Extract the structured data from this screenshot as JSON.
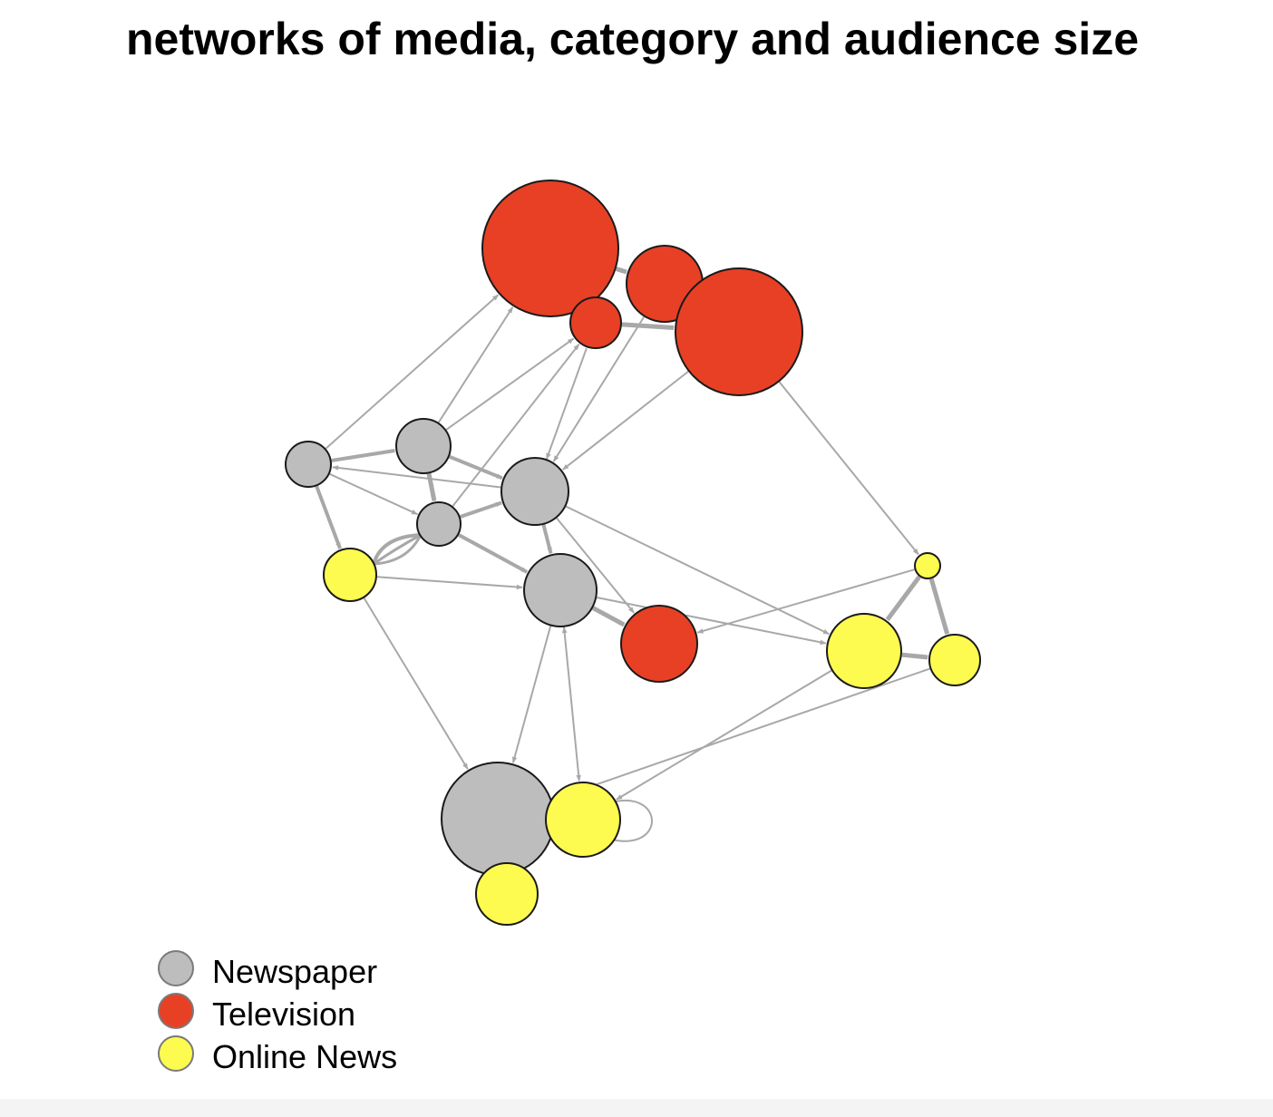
{
  "title": "networks of media, category and audience size",
  "colors": {
    "Newspaper": "#bdbdbd",
    "Television": "#e84025",
    "Online News": "#fdfb50",
    "edge": "#a8a8a8"
  },
  "legend": [
    {
      "label": "Newspaper",
      "color": "#bdbdbd"
    },
    {
      "label": "Television",
      "color": "#e84025"
    },
    {
      "label": "Online News",
      "color": "#fdfb50"
    }
  ]
}
